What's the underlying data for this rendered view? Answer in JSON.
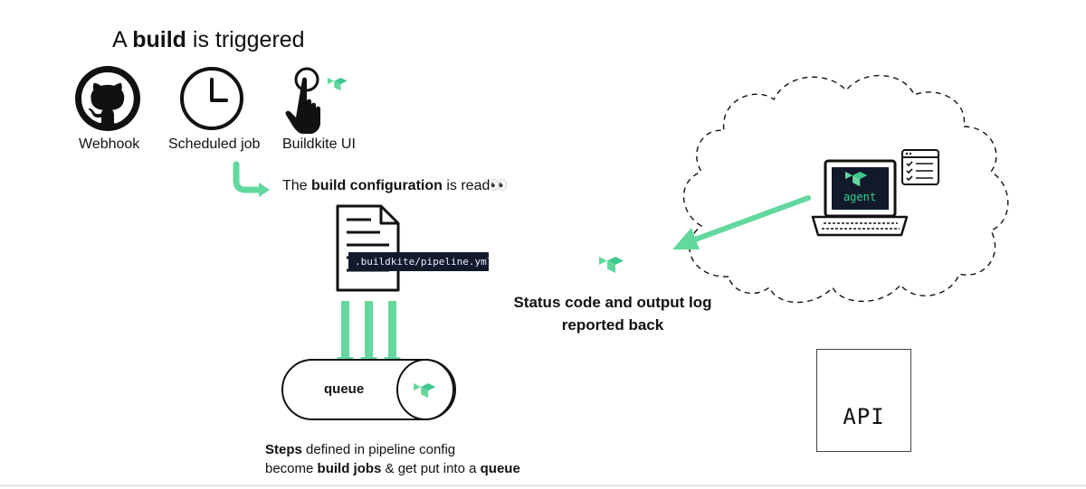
{
  "title": {
    "prefix": "A ",
    "bold": "build",
    "suffix": " is triggered"
  },
  "sources": [
    {
      "label": "Webhook",
      "icon": "github-icon"
    },
    {
      "label": "Scheduled job",
      "icon": "clock-icon"
    },
    {
      "label": "Buildkite UI",
      "icon": "pointer-hand-icon"
    }
  ],
  "config": {
    "prefix": "The ",
    "bold": "build configuration",
    "suffix": " is read",
    "emoji": "👀"
  },
  "file_tag": ".buildkite/pipeline.yml",
  "queue": {
    "label": "queue"
  },
  "steps": {
    "line1_bold": "Steps",
    "line1_rest": " defined in pipeline config",
    "line2_prefix": "become ",
    "line2_bold1": "build jobs",
    "line2_mid": " & get put into a ",
    "line2_bold2": "queue"
  },
  "status": {
    "line1": "Status code and output log",
    "line2": "reported back"
  },
  "agent": {
    "label": "agent"
  },
  "api": {
    "label": "API"
  },
  "colors": {
    "accent": "#63d89e",
    "logo_green": "#3ec98e",
    "dark": "#111a2b",
    "line": "#111111"
  }
}
